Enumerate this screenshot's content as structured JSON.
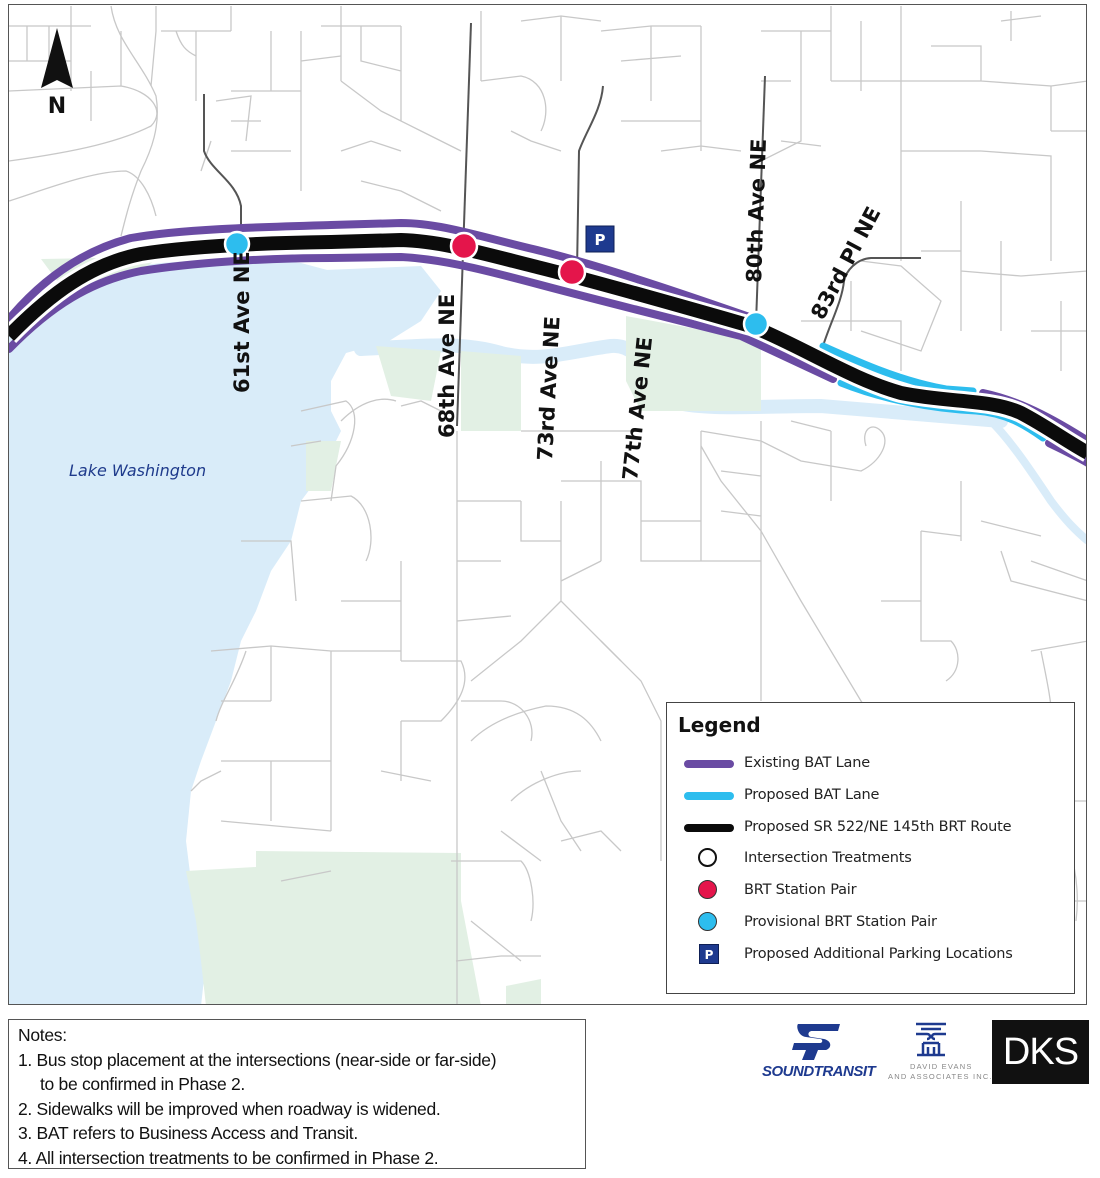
{
  "map": {
    "north_label": "N",
    "water_label": "Lake Washington",
    "streets": [
      {
        "name": "61st Ave NE"
      },
      {
        "name": "68th Ave NE"
      },
      {
        "name": "73rd Ave NE"
      },
      {
        "name": "77th Ave NE"
      },
      {
        "name": "80th Ave NE"
      },
      {
        "name": "83rd Pl NE"
      }
    ],
    "stations": [
      {
        "street": "61st Ave NE",
        "type": "Provisional BRT Station Pair",
        "color": "#2dbdee"
      },
      {
        "street": "68th Ave NE",
        "type": "BRT Station Pair",
        "color": "#e4154b"
      },
      {
        "street": "73rd Ave NE",
        "type": "BRT Station Pair",
        "color": "#e4154b"
      },
      {
        "street": "80th Ave NE",
        "type": "Provisional BRT Station Pair",
        "color": "#2dbdee"
      }
    ],
    "parking": [
      {
        "label": "P",
        "near": "73rd Ave NE"
      }
    ],
    "colors": {
      "existing_bat": "#6a4ba3",
      "proposed_bat": "#2dbdee",
      "brt_route": "#0b0b0b",
      "water": "#d9ecf9",
      "park": "#e2f0e4",
      "road": "#c8c8c8",
      "parking": "#1e3a8f"
    }
  },
  "legend": {
    "title": "Legend",
    "items": [
      {
        "label": "Existing BAT Lane",
        "symbol": "line",
        "color": "#6a4ba3"
      },
      {
        "label": "Proposed BAT Lane",
        "symbol": "line",
        "color": "#2dbdee"
      },
      {
        "label": "Proposed SR 522/NE 145th BRT Route",
        "symbol": "line",
        "color": "#0b0b0b"
      },
      {
        "label": "Intersection Treatments",
        "symbol": "circle-outline",
        "color": "#111111"
      },
      {
        "label": "BRT Station Pair",
        "symbol": "circle",
        "color": "#e4154b"
      },
      {
        "label": "Provisional BRT Station Pair",
        "symbol": "circle",
        "color": "#2dbdee"
      },
      {
        "label": "Proposed Additional Parking Locations",
        "symbol": "parking",
        "color": "#1e3a8f",
        "glyph": "P"
      }
    ]
  },
  "notes": {
    "title": "Notes:",
    "lines": [
      "1. Bus stop placement at the intersections (near-side or far-side)",
      "to be confirmed in Phase 2.",
      "2. Sidewalks will be improved when roadway is widened.",
      "3. BAT refers to Business Access and Transit.",
      "4. All intersection treatments to be confirmed in Phase 2."
    ]
  },
  "logos": {
    "sound_transit": "SOUNDTRANSIT",
    "david_evans_1": "DAVID EVANS",
    "david_evans_2": "AND ASSOCIATES INC.",
    "dks": "DKS"
  }
}
